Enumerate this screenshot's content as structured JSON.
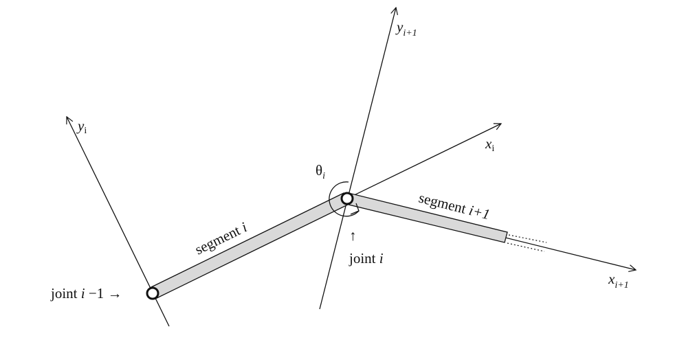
{
  "diagram": {
    "colors": {
      "stroke": "#111111",
      "segment_fill": "#d9d9d9",
      "joint_fill": "#ffffff"
    },
    "axes": {
      "y_i": {
        "sym": "y",
        "sub": "i"
      },
      "x_i": {
        "sym": "x",
        "sub": "i"
      },
      "y_i1": {
        "sym": "y",
        "sub": "i+1"
      },
      "x_i1": {
        "sym": "x",
        "sub": "i+1"
      }
    },
    "segments": {
      "seg_i": {
        "text": "segment ",
        "idx": "i"
      },
      "seg_i1": {
        "text": "segment ",
        "idx": "i+1"
      }
    },
    "joints": {
      "joint_prev": {
        "text": "joint ",
        "idx": "i",
        "suffix": " −1 →"
      },
      "joint_i": {
        "text": "joint ",
        "idx": "i",
        "arrow": "↑"
      }
    },
    "angle": {
      "sym": "θ",
      "sub": "i"
    }
  }
}
